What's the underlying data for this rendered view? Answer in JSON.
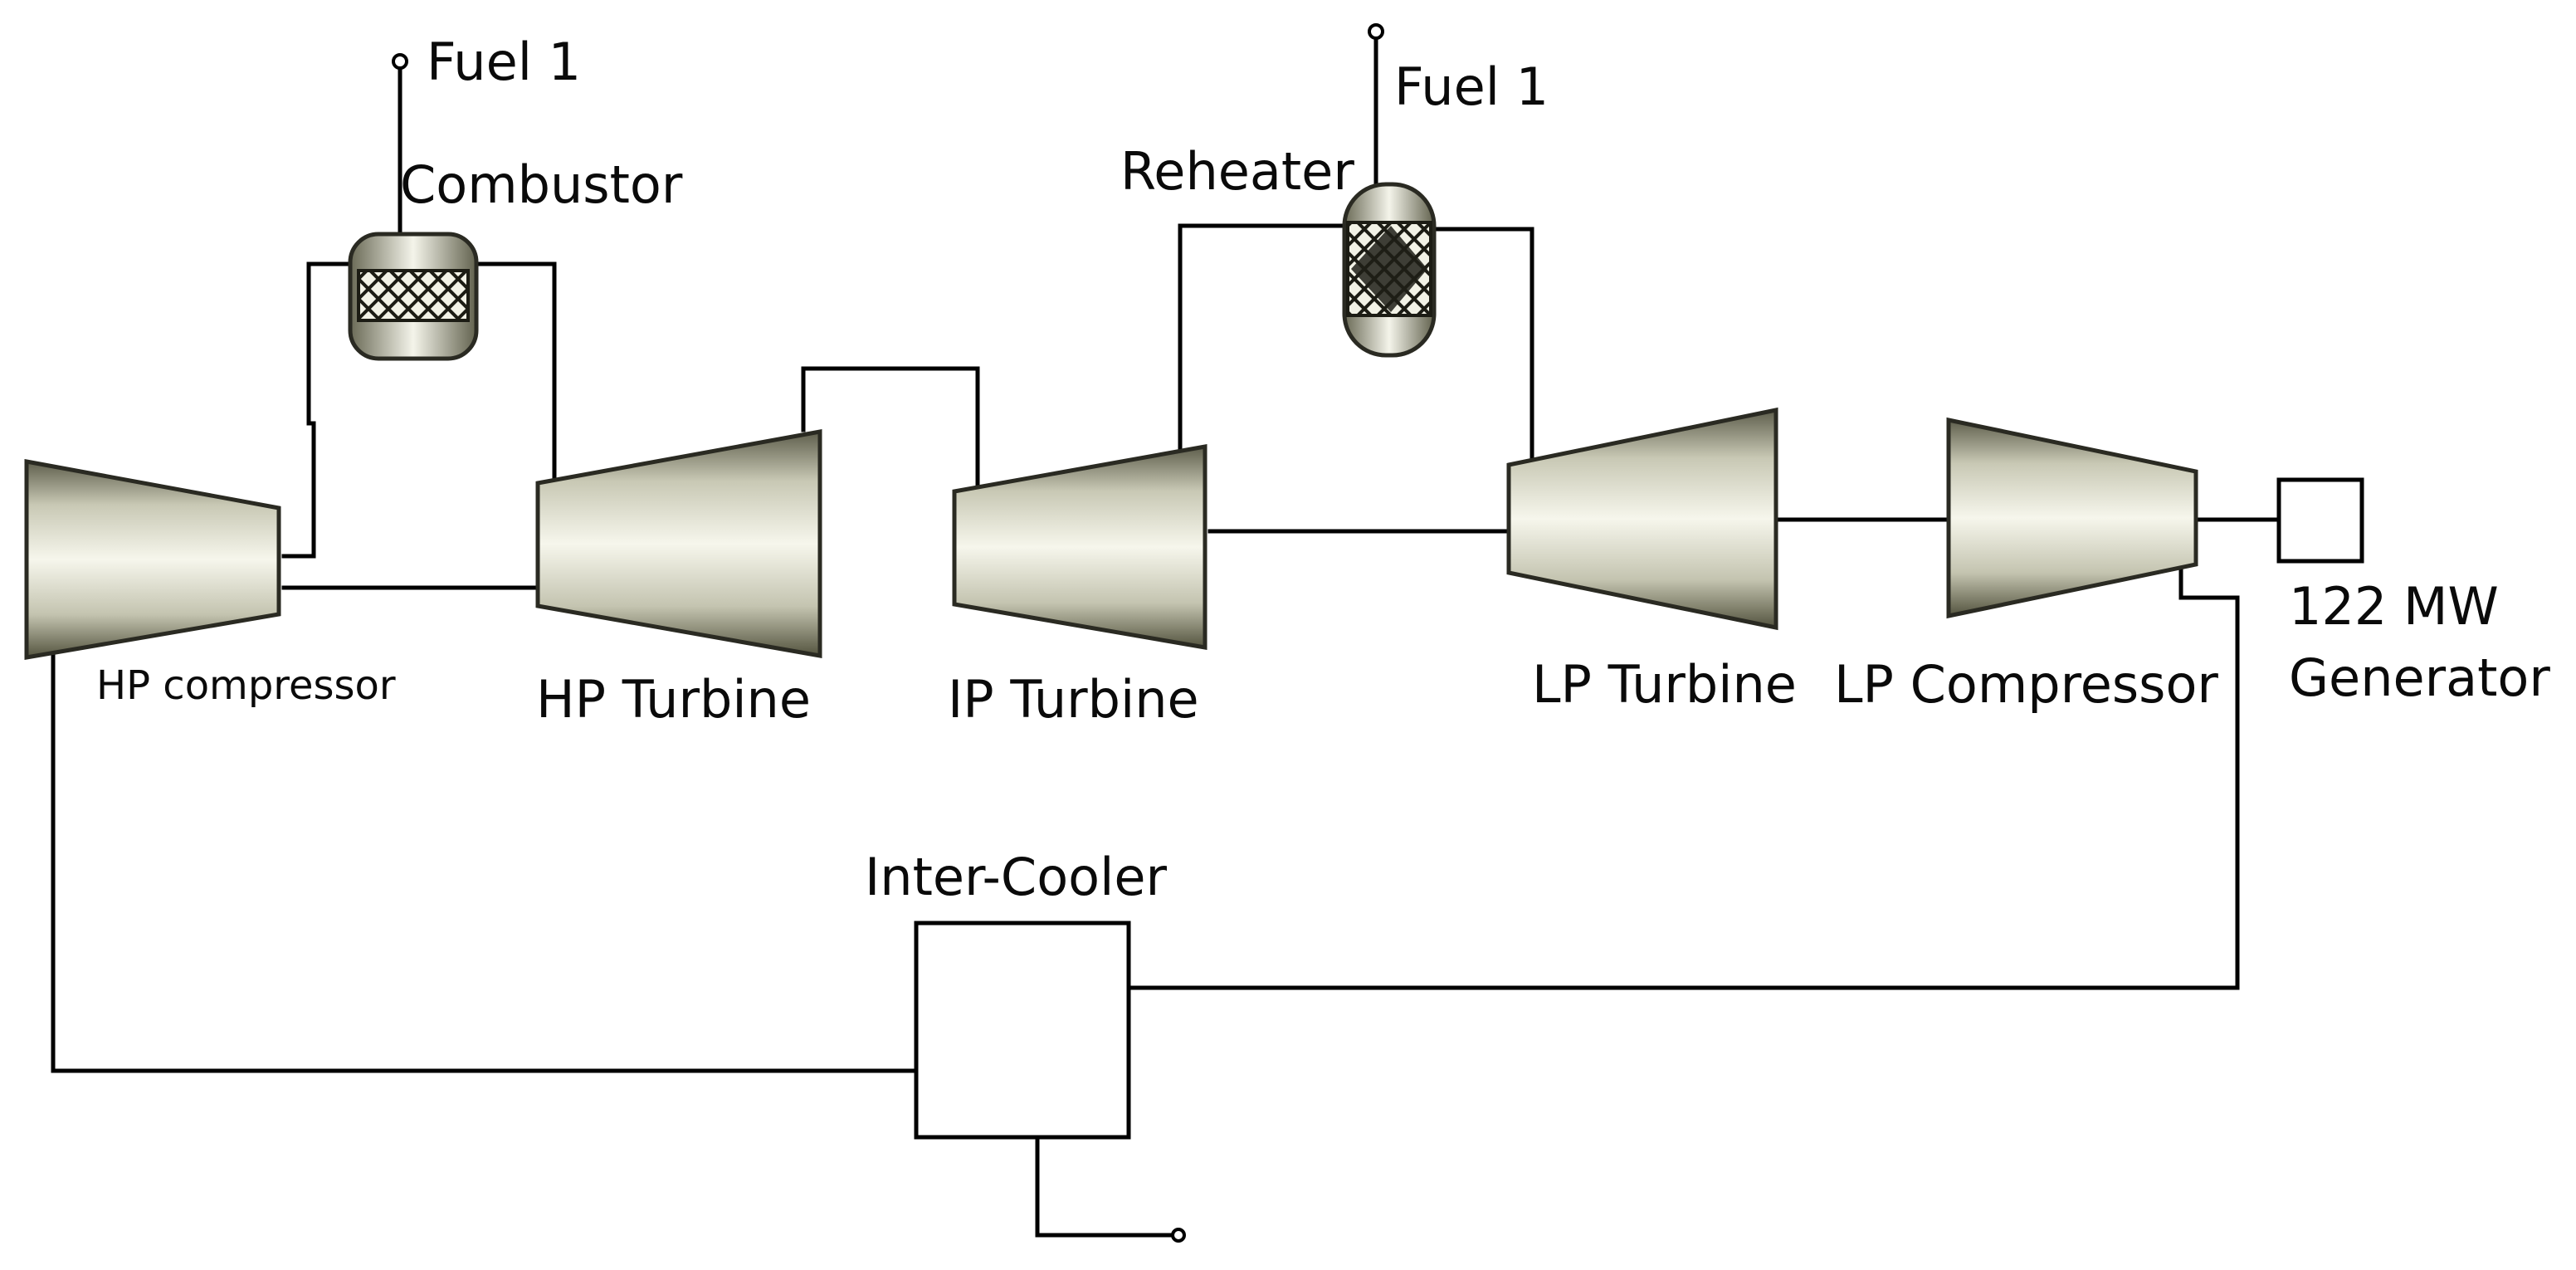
{
  "labels": {
    "fuel_left": "Fuel 1",
    "fuel_right": "Fuel 1",
    "combustor": "Combustor",
    "reheater": "Reheater",
    "hp_compressor": "HP compressor",
    "hp_turbine": "HP Turbine",
    "ip_turbine": "IP Turbine",
    "lp_turbine": "LP Turbine",
    "lp_compressor": "LP Compressor",
    "generator_power": "122 MW",
    "generator": "Generator",
    "inter_cooler": "Inter-Cooler"
  },
  "colors": {
    "machine_light": "#f3f3e8",
    "machine_dark": "#6f6f5c",
    "line": "#000000"
  }
}
